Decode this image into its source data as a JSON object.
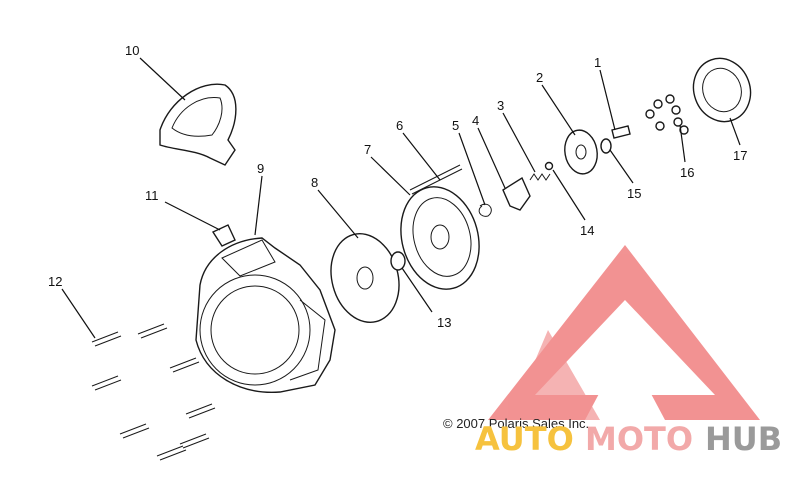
{
  "callouts": [
    "1",
    "2",
    "3",
    "4",
    "5",
    "6",
    "7",
    "8",
    "9",
    "10",
    "11",
    "12",
    "13",
    "14",
    "15",
    "16",
    "17"
  ],
  "copyright": "© 2007 Polaris Sales Inc.",
  "watermark": {
    "part1": "AUTO",
    "part2": "MOTO",
    "part3": "HUB",
    "color1": "#f6c23e",
    "color2": "#f2a9a9",
    "color3": "#9a9a9a",
    "logo_color": "#f08080"
  }
}
